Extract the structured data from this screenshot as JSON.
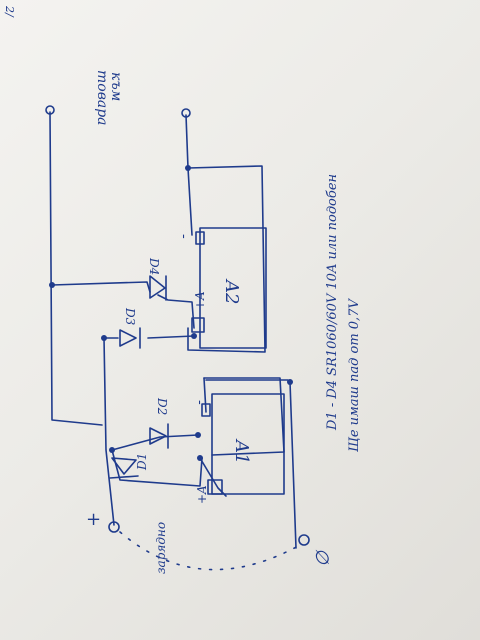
{
  "corner_mark": "2/",
  "label_consumer": [
    "към",
    "товара"
  ],
  "label_charger": "зарядно",
  "label_plus": "+",
  "label_minus": "∅",
  "d1": "D1",
  "d2": "D2",
  "d3": "D3",
  "d4": "D4",
  "a1": "A1",
  "a2": "A2",
  "a1_plus": "+A",
  "a1_minus": "-",
  "a2_plus": "+A",
  "a2_minus": "-",
  "note_line1": "D1 - D4  SR1060/60V 10A или подобен",
  "note_line2": "Ще имаш пад от 0,7V",
  "colors": {
    "ink": "#1f3b8c",
    "paper": "#f2f1ee"
  }
}
